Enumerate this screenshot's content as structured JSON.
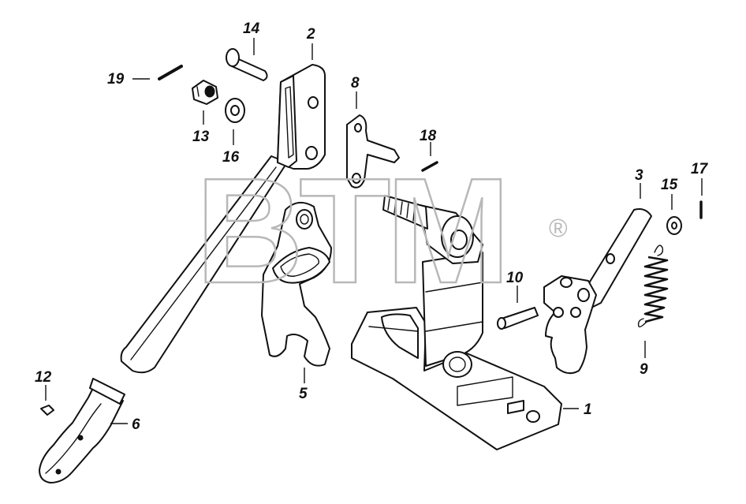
{
  "diagram": {
    "watermark": "BTM",
    "watermark_mark": "®",
    "callouts": {
      "p1": "1",
      "p2": "2",
      "p3": "3",
      "p5": "5",
      "p6": "6",
      "p8": "8",
      "p9": "9",
      "p10": "10",
      "p12": "12",
      "p13": "13",
      "p14": "14",
      "p15": "15",
      "p16": "16",
      "p17": "17",
      "p18": "18",
      "p19": "19"
    }
  }
}
